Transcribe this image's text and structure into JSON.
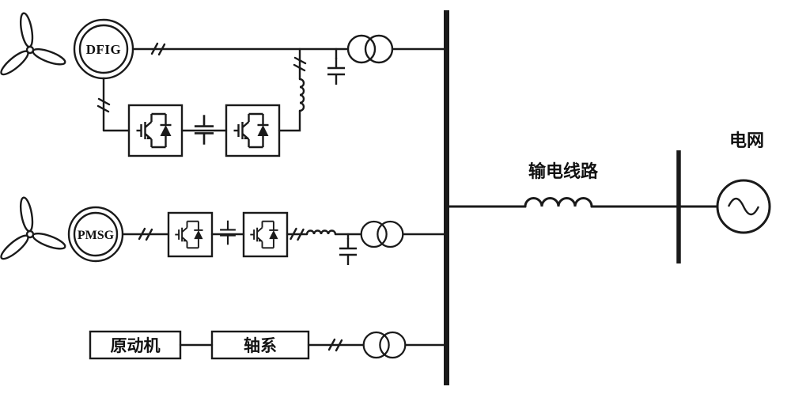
{
  "labels": {
    "dfig": "DFIG",
    "pmsg": "PMSG",
    "prime_mover": "原动机",
    "shaft_system": "轴系",
    "transmission_line": "输电线路",
    "grid": "电网"
  },
  "colors": {
    "line": "#1a1a1a",
    "background": "#ffffff"
  }
}
